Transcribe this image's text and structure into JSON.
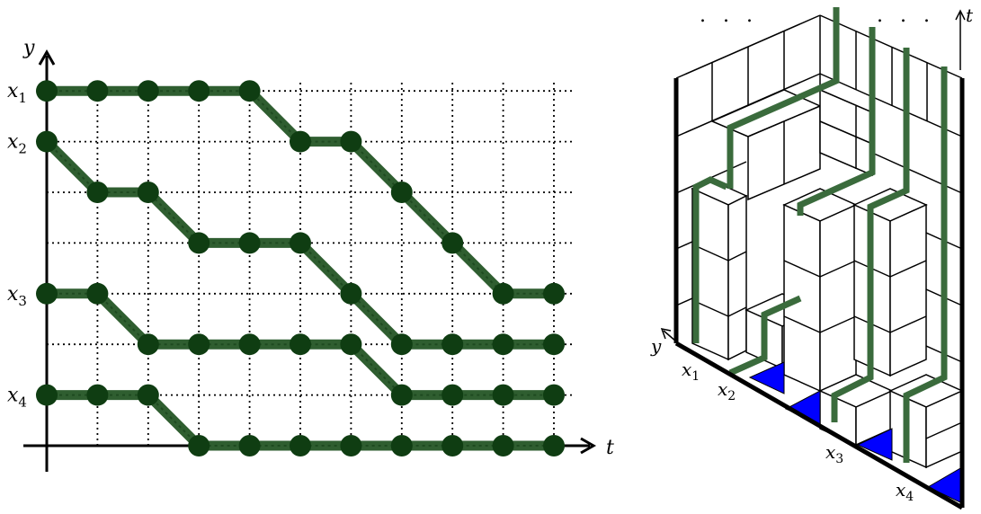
{
  "left_panel": {
    "axes": {
      "x_label": "t",
      "y_label": "y"
    },
    "row_labels": [
      {
        "base": "x",
        "sub": "1",
        "level": 7
      },
      {
        "base": "x",
        "sub": "2",
        "level": 6
      },
      {
        "base": "x",
        "sub": "3",
        "level": 3
      },
      {
        "base": "x",
        "sub": "4",
        "level": 1
      }
    ],
    "grid": {
      "t_range": [
        0,
        10
      ],
      "y_range": [
        0,
        7
      ],
      "style": "dotted"
    },
    "paths": [
      {
        "points": [
          [
            0,
            7
          ],
          [
            1,
            7
          ],
          [
            2,
            7
          ],
          [
            3,
            7
          ],
          [
            4,
            7
          ],
          [
            5,
            6
          ],
          [
            6,
            6
          ],
          [
            7,
            5
          ],
          [
            8,
            4
          ],
          [
            9,
            3
          ],
          [
            10,
            3
          ]
        ]
      },
      {
        "points": [
          [
            0,
            6
          ],
          [
            1,
            5
          ],
          [
            2,
            5
          ],
          [
            3,
            4
          ],
          [
            4,
            4
          ],
          [
            5,
            4
          ],
          [
            6,
            3
          ],
          [
            7,
            2
          ],
          [
            8,
            2
          ],
          [
            9,
            2
          ],
          [
            10,
            2
          ]
        ]
      },
      {
        "points": [
          [
            0,
            3
          ],
          [
            1,
            3
          ],
          [
            2,
            2
          ],
          [
            3,
            2
          ],
          [
            4,
            2
          ],
          [
            5,
            2
          ],
          [
            6,
            2
          ],
          [
            7,
            1
          ],
          [
            8,
            1
          ],
          [
            9,
            1
          ],
          [
            10,
            1
          ]
        ]
      },
      {
        "points": [
          [
            0,
            1
          ],
          [
            1,
            1
          ],
          [
            2,
            1
          ],
          [
            3,
            0
          ],
          [
            4,
            0
          ],
          [
            5,
            0
          ],
          [
            6,
            0
          ],
          [
            7,
            0
          ],
          [
            8,
            0
          ],
          [
            9,
            0
          ],
          [
            10,
            0
          ]
        ]
      }
    ],
    "colors": {
      "path": "#2f5e30",
      "node": "#0f3d12",
      "grid": "#000000"
    }
  },
  "right_panel": {
    "axis_labels": {
      "t": "t",
      "y": "y"
    },
    "ellipsis_left": ". . .",
    "ellipsis_right": ". . .",
    "base_labels": [
      {
        "base": "x",
        "sub": "1"
      },
      {
        "base": "x",
        "sub": "2"
      },
      {
        "base": "x",
        "sub": "3"
      },
      {
        "base": "x",
        "sub": "4"
      }
    ],
    "colors": {
      "path": "#3a6b3c",
      "triangle": "#0000ff"
    }
  }
}
